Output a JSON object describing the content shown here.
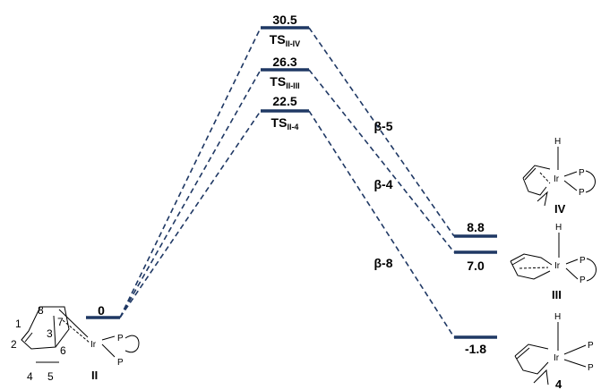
{
  "levels": [
    {
      "id": "II",
      "energy": "0"
    },
    {
      "id": "ts-ii-iv",
      "energy": "30.5",
      "ts_label": "TS",
      "ts_sub": "II-IV"
    },
    {
      "id": "ts-ii-iii",
      "energy": "26.3",
      "ts_label": "TS",
      "ts_sub": "II-III"
    },
    {
      "id": "ts-ii-4",
      "energy": "22.5",
      "ts_label": "TS",
      "ts_sub": "II-4"
    },
    {
      "id": "IV",
      "energy": "8.8"
    },
    {
      "id": "III",
      "energy": "7.0"
    },
    {
      "id": "4",
      "energy": "-1.8"
    }
  ],
  "pathways": [
    {
      "label": "β-5"
    },
    {
      "label": "β-4"
    },
    {
      "label": "β-8"
    }
  ],
  "molecules": {
    "II": {
      "label": "II",
      "metal": "Ir",
      "ligand": "P",
      "ring_numbers": [
        "1",
        "2",
        "3",
        "4",
        "5",
        "6",
        "7",
        "8"
      ]
    },
    "IV": {
      "label": "IV",
      "metal": "Ir",
      "hydride": "H",
      "ligand": "P"
    },
    "III": {
      "label": "III",
      "metal": "Ir",
      "hydride": "H",
      "ligand": "P"
    },
    "4": {
      "label": "4",
      "metal": "Ir",
      "hydride": "H",
      "ligand": "P"
    }
  },
  "colors": {
    "level": "#1f3864",
    "text": "#000000"
  }
}
